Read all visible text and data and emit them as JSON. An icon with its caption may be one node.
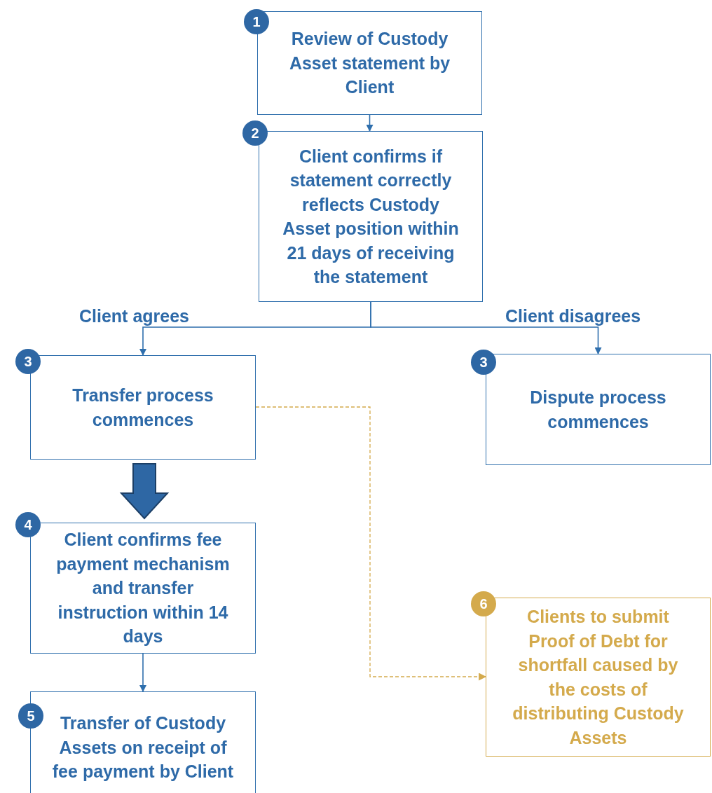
{
  "diagram": {
    "nodes": [
      {
        "text": [
          "1",
          "Review of Custody Asset statement by Client"
        ]
      },
      {
        "text": [
          "2",
          "Client confirms if statement correctly reflects Custody Asset position within 21 days of receiving the statement"
        ]
      },
      {
        "text": [
          "3",
          "Transfer process commences"
        ]
      },
      {
        "text": [
          "3",
          "Dispute process commences"
        ]
      },
      {
        "text": [
          "4",
          "Client confirms fee payment mechanism and transfer instruction within 14 days"
        ]
      },
      {
        "text": [
          "5",
          "Transfer of Custody Assets on receipt of fee payment by Client"
        ]
      },
      {
        "text": [
          "6",
          "Clients to submit Proof of Debt for shortfall caused by the costs of distributing Custody Assets"
        ]
      }
    ],
    "edges": [
      {
        "from": 0,
        "to": 1,
        "arrow": "to"
      },
      {
        "from": 1,
        "to": 2,
        "arrow": "to",
        "label": "Client agrees"
      },
      {
        "from": 1,
        "to": 3,
        "arrow": "to",
        "label": "Client disagrees"
      },
      {
        "from": 2,
        "to": 4,
        "arrow": "to",
        "style": "thick"
      },
      {
        "from": 4,
        "to": 5,
        "arrow": "to"
      },
      {
        "from": 2,
        "to": 6,
        "arrow": "to",
        "style": "dashed",
        "color": "#d4aa4c"
      }
    ]
  }
}
